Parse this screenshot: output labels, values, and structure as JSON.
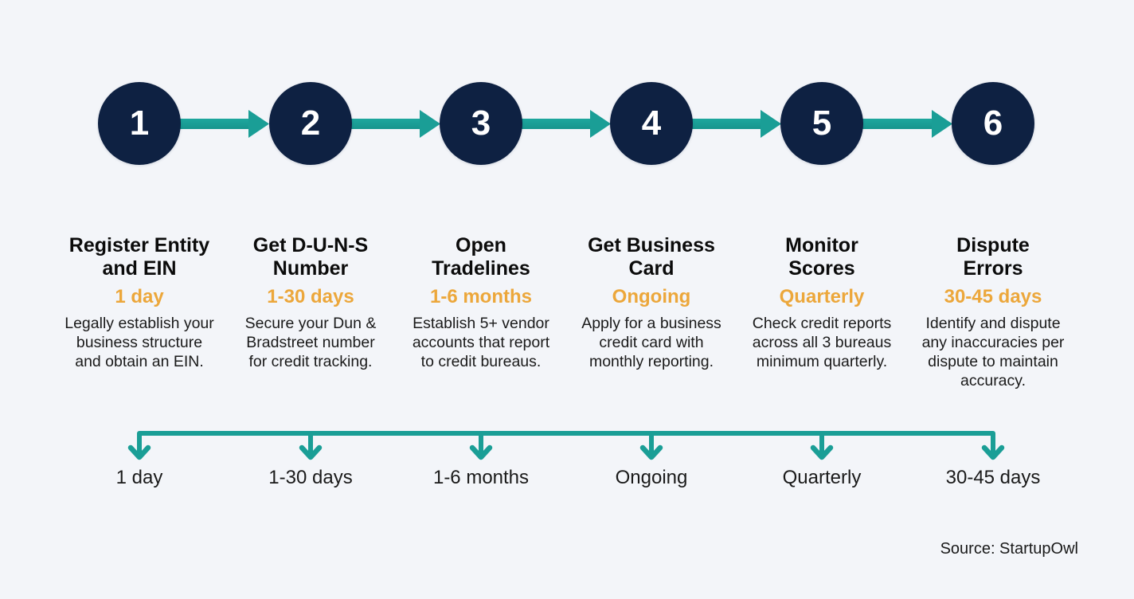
{
  "colors": {
    "background": "#f3f5f9",
    "circle_fill": "#0e2142",
    "circle_text": "#ffffff",
    "arrow": "#1a9e96",
    "duration": "#eca73b",
    "title": "#0b0b0b",
    "body_text": "#1a1a1a"
  },
  "steps": [
    {
      "number": "1",
      "title_line1": "Register Entity",
      "title_line2": "and EIN",
      "duration": "1 day",
      "desc_line1": "Legally establish your",
      "desc_line2": "business structure",
      "desc_line3": "and obtain an EIN.",
      "desc_line4": ""
    },
    {
      "number": "2",
      "title_line1": "Get D-U-N-S",
      "title_line2": "Number",
      "duration": "1-30 days",
      "desc_line1": "Secure your Dun &",
      "desc_line2": "Bradstreet number",
      "desc_line3": "for credit tracking.",
      "desc_line4": ""
    },
    {
      "number": "3",
      "title_line1": "Open",
      "title_line2": "Tradelines",
      "duration": "1-6 months",
      "desc_line1": "Establish 5+ vendor",
      "desc_line2": "accounts that report",
      "desc_line3": "to credit bureaus.",
      "desc_line4": ""
    },
    {
      "number": "4",
      "title_line1": "Get Business",
      "title_line2": "Card",
      "duration": "Ongoing",
      "desc_line1": "Apply for a business",
      "desc_line2": "credit card with",
      "desc_line3": "monthly reporting.",
      "desc_line4": ""
    },
    {
      "number": "5",
      "title_line1": "Monitor",
      "title_line2": "Scores",
      "duration": "Quarterly",
      "desc_line1": "Check credit reports",
      "desc_line2": "across all 3 bureaus",
      "desc_line3": "minimum quarterly.",
      "desc_line4": ""
    },
    {
      "number": "6",
      "title_line1": "Dispute",
      "title_line2": "Errors",
      "duration": "30-45 days",
      "desc_line1": "Identify and dispute",
      "desc_line2": "any inaccuracies per",
      "desc_line3": "dispute to maintain",
      "desc_line4": "accuracy."
    }
  ],
  "timeline": {
    "labels": [
      "1 day",
      "1-30 days",
      "1-6 months",
      "Ongoing",
      "Quarterly",
      "30-45 days"
    ]
  },
  "footer": {
    "source": "Source: StartupOwl"
  }
}
